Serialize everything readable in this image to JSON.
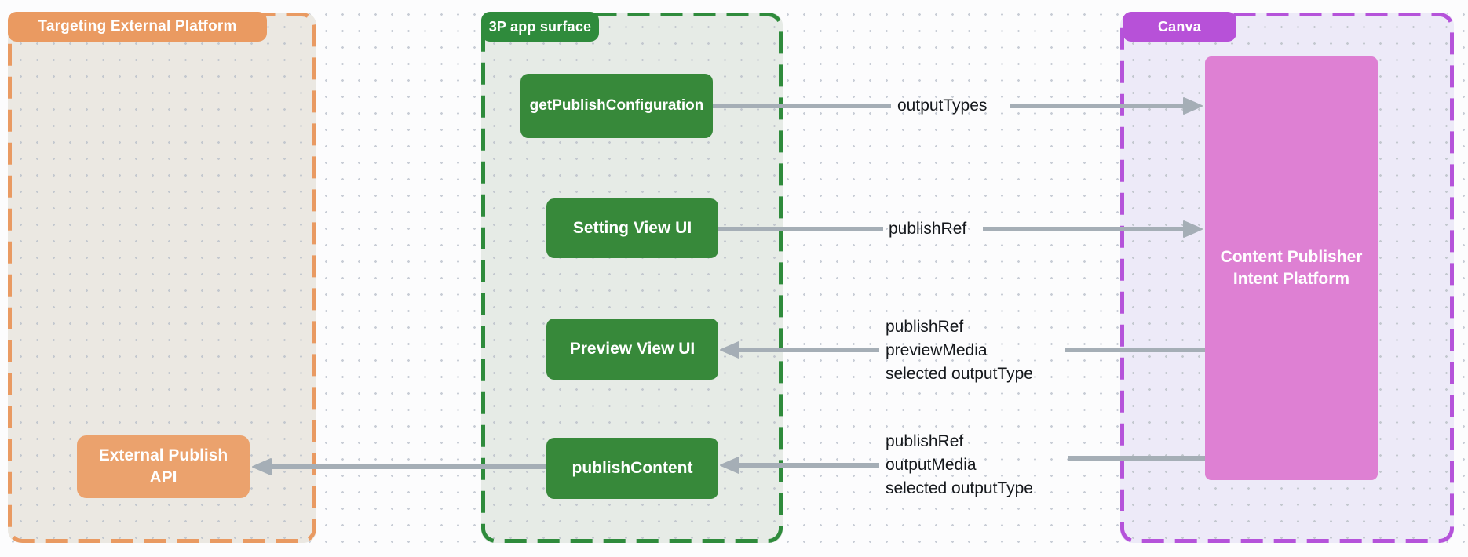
{
  "diagram": {
    "containers": [
      {
        "label": "Targeting External Platform",
        "accent": "#ea9a61",
        "fill": "#ebe8e2"
      },
      {
        "label": "3P app surface",
        "accent": "#2f8b3c",
        "fill": "#e6ebe6"
      },
      {
        "label": "Canva",
        "accent": "#b751d8",
        "fill": "#edeaf8"
      }
    ],
    "nodes": [
      {
        "label": "getPublishConfiguration",
        "color": "#37893a",
        "container": "3P app surface"
      },
      {
        "label": "Setting View UI",
        "color": "#37893a",
        "container": "3P app surface"
      },
      {
        "label": "Preview View UI",
        "color": "#37893a",
        "container": "3P app surface"
      },
      {
        "label": "publishContent",
        "color": "#37893a",
        "container": "3P app surface"
      },
      {
        "label": "External Publish API",
        "color": "#eba26d",
        "container": "Targeting External Platform"
      },
      {
        "label": "Content Publisher Intent Platform",
        "color": "#de80d3",
        "container": "Canva"
      }
    ],
    "edges": [
      {
        "from": "getPublishConfiguration",
        "to": "Content Publisher Intent Platform",
        "arrow": "right",
        "label": "outputTypes"
      },
      {
        "from": "Setting View UI",
        "to": "Content Publisher Intent Platform",
        "arrow": "right",
        "label": "publishRef"
      },
      {
        "from": "Content Publisher Intent Platform",
        "to": "Preview View UI",
        "arrow": "left",
        "labels": [
          "publishRef",
          "previewMedia",
          "selected outputType"
        ]
      },
      {
        "from": "Content Publisher Intent Platform",
        "to": "publishContent",
        "arrow": "left",
        "labels": [
          "publishRef",
          "outputMedia",
          "selected outputType"
        ]
      },
      {
        "from": "publishContent",
        "to": "External Publish API",
        "arrow": "left"
      }
    ],
    "edge_color": "#a5aeb6"
  }
}
